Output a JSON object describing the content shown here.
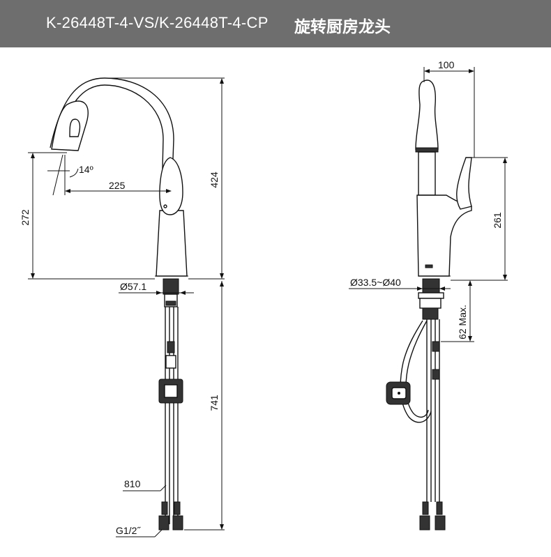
{
  "header": {
    "model": "K-26448T-4-VS/K-26448T-4-CP",
    "product_name": "旋转厨房龙头"
  },
  "front_view": {
    "spray_angle": "14º",
    "reach": "225",
    "spout_height": "272",
    "total_height": "424",
    "base_diameter": "Ø57.1",
    "hose_length": "741",
    "supply_length": "810",
    "thread": "G1/2˝"
  },
  "side_view": {
    "head_depth": "100",
    "handle_height": "261",
    "hole_diameter": "Ø33.5~Ø40",
    "deck_thickness": "62 Max."
  },
  "colors": {
    "header_bg": "#6e6e6e",
    "line": "#111111"
  }
}
